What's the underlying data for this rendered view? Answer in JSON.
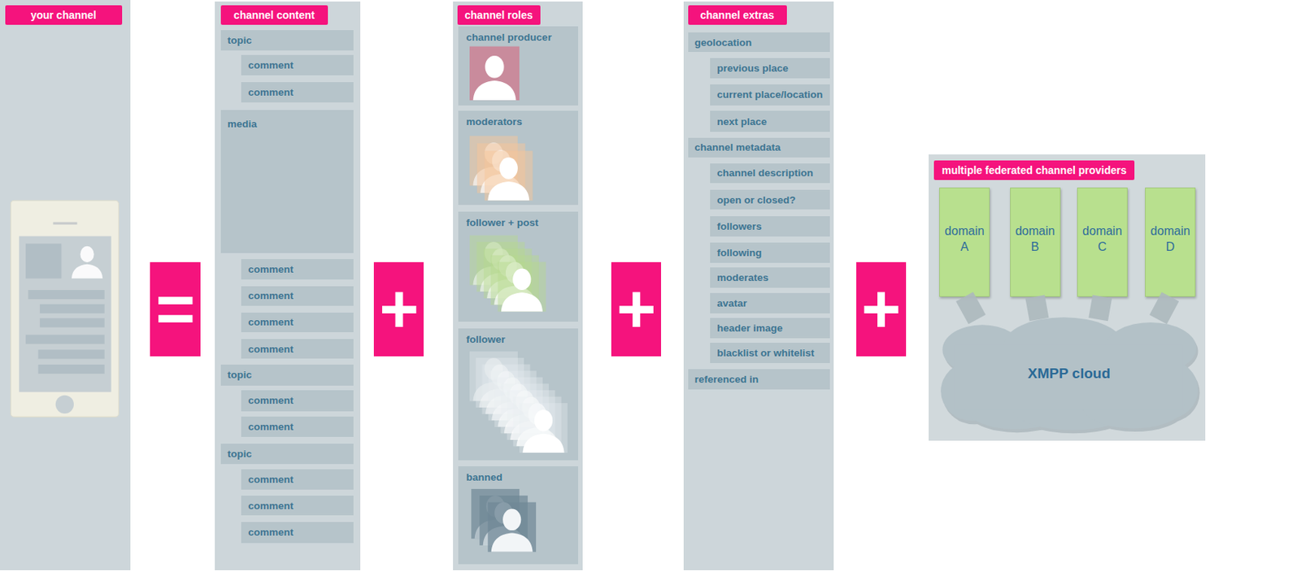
{
  "diagram": {
    "nodes": [
      {
        "text": [
          "your channel"
        ]
      },
      {
        "text": [
          "="
        ]
      },
      {
        "text": [
          "channel content"
        ]
      },
      {
        "text": [
          "topic"
        ],
        "in": 2
      },
      {
        "text": [
          "comment"
        ],
        "in": 2
      },
      {
        "text": [
          "comment"
        ],
        "in": 2
      },
      {
        "text": [
          "media"
        ],
        "in": 2
      },
      {
        "text": [
          "comment"
        ],
        "in": 2
      },
      {
        "text": [
          "comment"
        ],
        "in": 2
      },
      {
        "text": [
          "comment"
        ],
        "in": 2
      },
      {
        "text": [
          "comment"
        ],
        "in": 2
      },
      {
        "text": [
          "topic"
        ],
        "in": 2
      },
      {
        "text": [
          "comment"
        ],
        "in": 2
      },
      {
        "text": [
          "comment"
        ],
        "in": 2
      },
      {
        "text": [
          "topic"
        ],
        "in": 2
      },
      {
        "text": [
          "comment"
        ],
        "in": 2
      },
      {
        "text": [
          "comment"
        ],
        "in": 2
      },
      {
        "text": [
          "comment"
        ],
        "in": 2
      },
      {
        "text": [
          "+"
        ]
      },
      {
        "text": [
          "channel roles"
        ]
      },
      {
        "text": [
          "channel producer"
        ],
        "in": 19
      },
      {
        "text": [
          "moderators"
        ],
        "in": 19
      },
      {
        "text": [
          "follower + post"
        ],
        "in": 19
      },
      {
        "text": [
          "follower"
        ],
        "in": 19
      },
      {
        "text": [
          "banned"
        ],
        "in": 19
      },
      {
        "text": [
          "+"
        ]
      },
      {
        "text": [
          "channel extras"
        ]
      },
      {
        "text": [
          "geolocation"
        ],
        "in": 26
      },
      {
        "text": [
          "previous place"
        ],
        "in": 26
      },
      {
        "text": [
          "current place/location"
        ],
        "in": 26
      },
      {
        "text": [
          "next place"
        ],
        "in": 26
      },
      {
        "text": [
          "channel metadata"
        ],
        "in": 26
      },
      {
        "text": [
          "channel description"
        ],
        "in": 26
      },
      {
        "text": [
          "open or closed?"
        ],
        "in": 26
      },
      {
        "text": [
          "followers"
        ],
        "in": 26
      },
      {
        "text": [
          "following"
        ],
        "in": 26
      },
      {
        "text": [
          "moderates"
        ],
        "in": 26
      },
      {
        "text": [
          "avatar"
        ],
        "in": 26
      },
      {
        "text": [
          "header image"
        ],
        "in": 26
      },
      {
        "text": [
          "blacklist or whitelist"
        ],
        "in": 26
      },
      {
        "text": [
          "referenced in"
        ],
        "in": 26
      },
      {
        "text": [
          "+"
        ]
      },
      {
        "text": [
          "multiple federated channel providers"
        ]
      },
      {
        "text": [
          "domain A"
        ],
        "in": 42
      },
      {
        "text": [
          "domain B"
        ],
        "in": 42
      },
      {
        "text": [
          "domain C"
        ],
        "in": 42
      },
      {
        "text": [
          "domain D"
        ],
        "in": 42
      },
      {
        "text": [
          "XMPP cloud"
        ],
        "in": 42
      }
    ],
    "edges": [
      {
        "from": 43,
        "to": 47,
        "arrow": "none"
      },
      {
        "from": 44,
        "to": 47,
        "arrow": "none"
      },
      {
        "from": 45,
        "to": 47,
        "arrow": "none"
      },
      {
        "from": 46,
        "to": 47,
        "arrow": "none"
      }
    ]
  }
}
